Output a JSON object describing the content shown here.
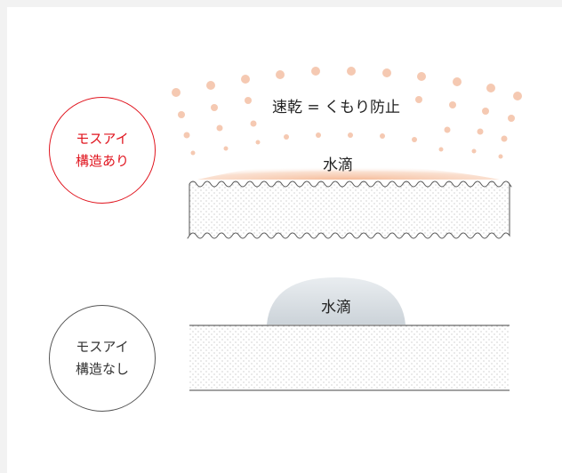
{
  "colors": {
    "accent_red": "#e0141e",
    "text_dark": "#222222",
    "dot_peach": "#f5c9b2",
    "droplet_orange": "#f7c7a8",
    "droplet_gray": "#d9dee2",
    "outline_gray": "#555555"
  },
  "with_structure": {
    "circle_line1": "モスアイ",
    "circle_line2": "構造あり",
    "label_top": "速乾 = くもり防止",
    "droplet_label": "水滴"
  },
  "without_structure": {
    "circle_line1": "モスアイ",
    "circle_line2": "構造なし",
    "droplet_label": "水滴"
  }
}
